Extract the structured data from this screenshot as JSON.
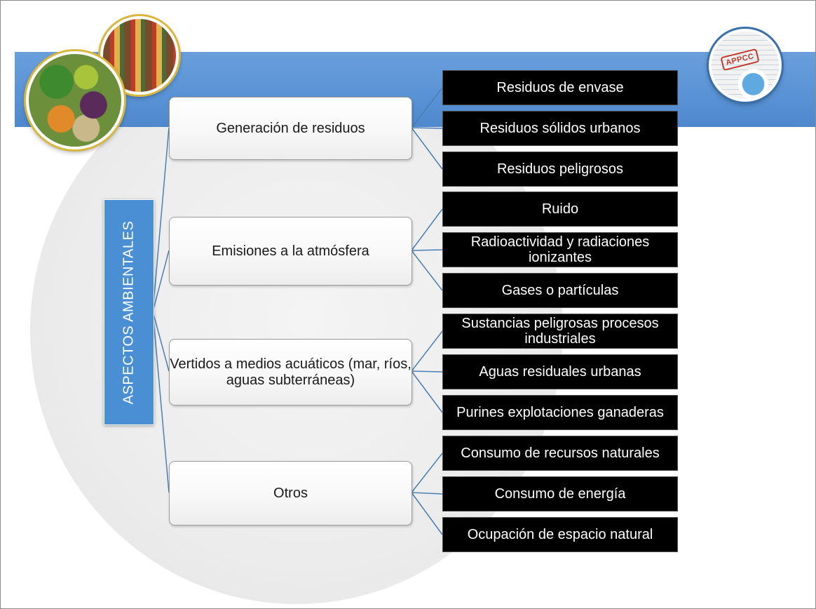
{
  "root": {
    "label": "ASPECTOS AMBIENTALES"
  },
  "categories": [
    {
      "label": "Generación de residuos",
      "items": [
        "Residuos de envase",
        "Residuos sólidos urbanos",
        "Residuos peligrosos"
      ]
    },
    {
      "label": "Emisiones a la atmósfera",
      "items": [
        "Ruido",
        "Radioactividad y radiaciones ionizantes",
        "Gases o partículas"
      ]
    },
    {
      "label": "Vertidos a medios acuáticos (mar, ríos, aguas subterráneas)",
      "items": [
        "Sustancias peligrosas procesos industriales",
        "Aguas residuales urbanas",
        "Purines explotaciones ganaderas"
      ]
    },
    {
      "label": "Otros",
      "items": [
        "Consumo de recursos naturales",
        "Consumo de energía",
        "Ocupación de espacio natural"
      ]
    }
  ],
  "decor": {
    "stamp_text": "APPCC",
    "band_color": "#5a93d6",
    "root_color": "#4a8fd4",
    "leaf_color": "#000000",
    "connector_color": "#4a7fb5"
  }
}
